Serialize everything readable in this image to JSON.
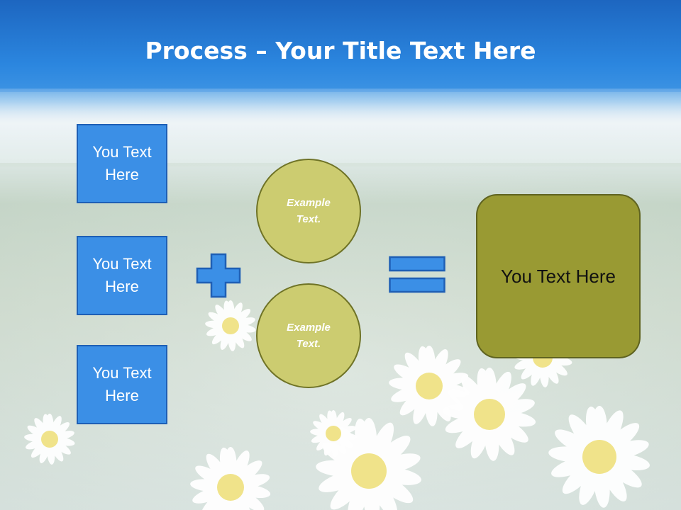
{
  "slide": {
    "title_bold": "Process",
    "title_rest": " – Your Title Text Here",
    "left_boxes": [
      "You Text Here",
      "You Text Here",
      "You Text Here"
    ],
    "circles": [
      "Example Text.",
      "Example Text."
    ],
    "result_box": "You Text Here",
    "colors": {
      "title_bar": "#2b86df",
      "box_fill": "#3b8fe6",
      "circle_fill": "#cccc70",
      "result_fill": "#999a33"
    },
    "icons": [
      "plus-icon",
      "equals-icon"
    ]
  }
}
